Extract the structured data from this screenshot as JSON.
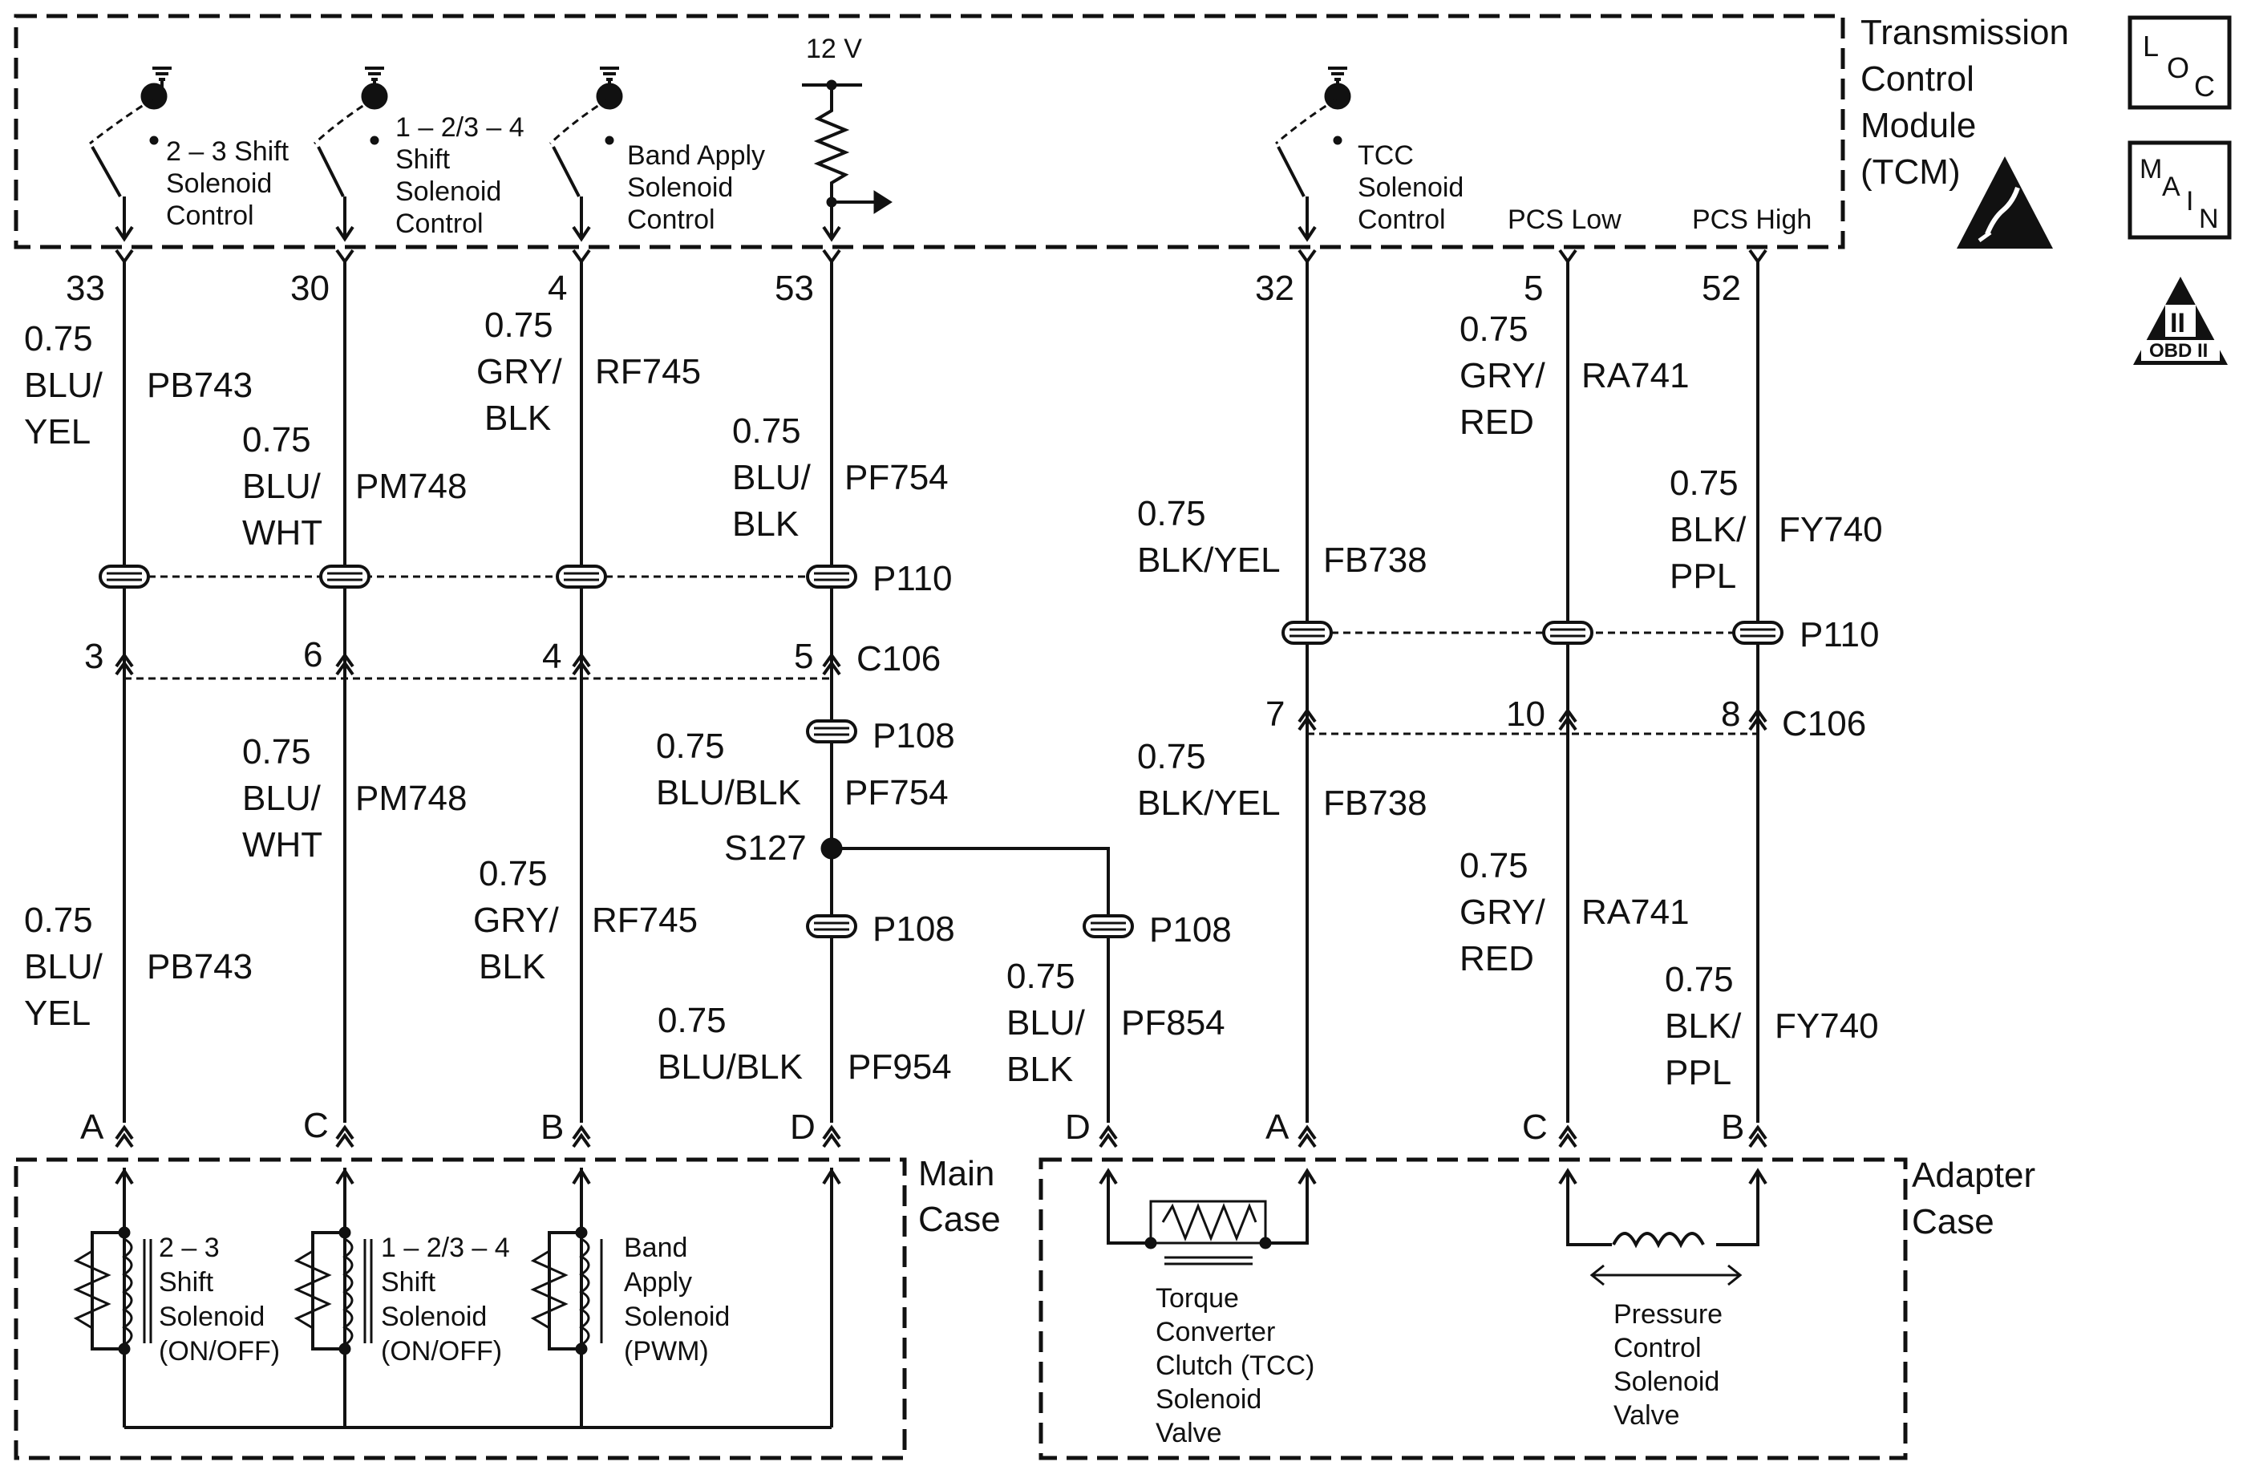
{
  "module": {
    "name": "Transmission Control Module (TCM)",
    "title_lines": [
      "Transmission",
      "Control",
      "Module",
      "(TCM)"
    ],
    "switches": [
      {
        "lines": [
          "2 – 3 Shift",
          "Solenoid",
          "Control"
        ]
      },
      {
        "lines": [
          "1 – 2/3 – 4",
          "Shift",
          "Solenoid",
          "Control"
        ]
      },
      {
        "lines": [
          "Band Apply",
          "Solenoid",
          "Control"
        ]
      },
      {
        "lines": [
          "TCC",
          "Solenoid",
          "Control"
        ]
      }
    ],
    "supply": "12 V",
    "pcs_low": "PCS Low",
    "pcs_high": "PCS High"
  },
  "badges": {
    "loc": [
      "L",
      "O",
      "C"
    ],
    "main": [
      "M",
      "A",
      "I",
      "N"
    ],
    "obd": [
      "II",
      "OBD II"
    ]
  },
  "tcm_pins": [
    "33",
    "30",
    "4",
    "53",
    "32",
    "5",
    "52"
  ],
  "wires_upper": [
    {
      "lines": [
        "0.75",
        "BLU/",
        "YEL"
      ],
      "circuit": "PB743"
    },
    {
      "lines": [
        "0.75",
        "BLU/",
        "WHT"
      ],
      "circuit": "PM748"
    },
    {
      "lines": [
        "0.75",
        "GRY/",
        "BLK"
      ],
      "circuit": "RF745"
    },
    {
      "lines": [
        "0.75",
        "BLU/",
        "BLK"
      ],
      "circuit": "PF754"
    },
    {
      "lines": [
        "0.75",
        "BLK/YEL"
      ],
      "circuit": "FB738"
    },
    {
      "lines": [
        "0.75",
        "GRY/",
        "RED"
      ],
      "circuit": "RA741"
    },
    {
      "lines": [
        "0.75",
        "BLK/",
        "PPL"
      ],
      "circuit": "FY740"
    }
  ],
  "connectors": {
    "p110": "P110",
    "c106": "C106",
    "p108": "P108",
    "splice": "S127",
    "c106_left_pins": [
      "3",
      "6",
      "4",
      "5"
    ],
    "c106_right_pins": [
      "7",
      "10",
      "8"
    ]
  },
  "wires_lower": [
    {
      "lines": [
        "0.75",
        "BLU/",
        "YEL"
      ],
      "circuit": "PB743"
    },
    {
      "lines": [
        "0.75",
        "BLU/",
        "WHT"
      ],
      "circuit": "PM748"
    },
    {
      "lines": [
        "0.75",
        "GRY/",
        "BLK"
      ],
      "circuit": "RF745"
    },
    {
      "lines": [
        "0.75",
        "BLU/BLK"
      ],
      "circuit": "PF754"
    },
    {
      "lines": [
        "0.75",
        "BLU/BLK"
      ],
      "circuit": "PF954"
    },
    {
      "lines": [
        "0.75",
        "BLU/",
        "BLK"
      ],
      "circuit": "PF854"
    },
    {
      "lines": [
        "0.75",
        "BLK/YEL"
      ],
      "circuit": "FB738"
    },
    {
      "lines": [
        "0.75",
        "GRY/",
        "RED"
      ],
      "circuit": "RA741"
    },
    {
      "lines": [
        "0.75",
        "BLK/",
        "PPL"
      ],
      "circuit": "FY740"
    }
  ],
  "bottom_pins": [
    "A",
    "C",
    "B",
    "D",
    "D",
    "A",
    "C",
    "B"
  ],
  "main_case": {
    "label_lines": [
      "Main",
      "Case"
    ],
    "solenoids": [
      {
        "lines": [
          "2 – 3",
          "Shift",
          "Solenoid",
          "(ON/OFF)"
        ]
      },
      {
        "lines": [
          "1 – 2/3 – 4",
          "Shift",
          "Solenoid",
          "(ON/OFF)"
        ]
      },
      {
        "lines": [
          "Band",
          "Apply",
          "Solenoid",
          "(PWM)"
        ]
      }
    ]
  },
  "adapter_case": {
    "label_lines": [
      "Adapter",
      "Case"
    ],
    "tcc_lines": [
      "Torque",
      "Converter",
      "Clutch (TCC)",
      "Solenoid",
      "Valve"
    ],
    "pcs_lines": [
      "Pressure",
      "Control",
      "Solenoid",
      "Valve"
    ]
  }
}
